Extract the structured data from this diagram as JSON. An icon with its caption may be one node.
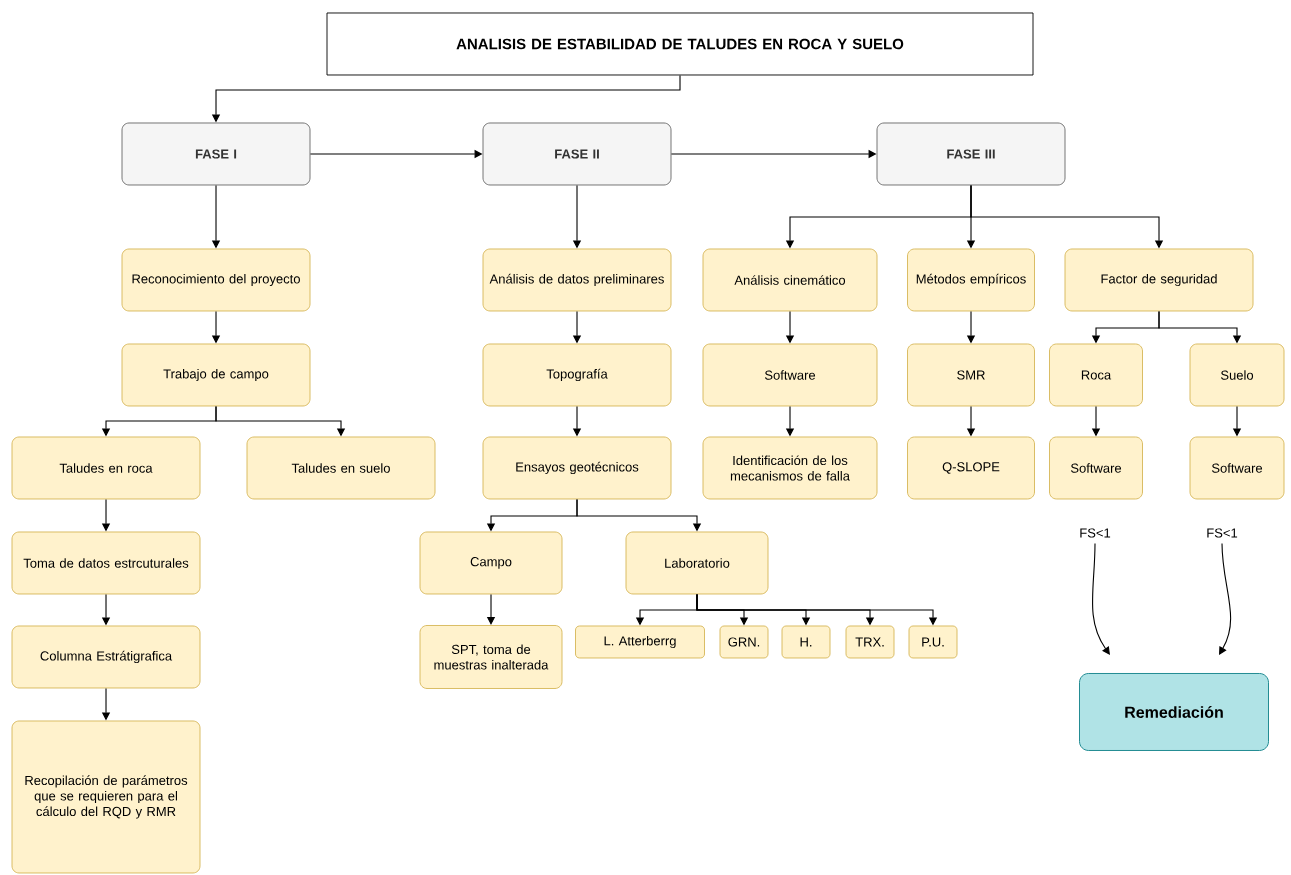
{
  "diagram": {
    "nodes": [
      {
        "text": [
          "ANALISIS DE ESTABILIDAD DE TALUDES EN ROCA Y SUELO"
        ]
      },
      {
        "text": [
          "FASE I"
        ]
      },
      {
        "text": [
          "FASE II"
        ]
      },
      {
        "text": [
          "FASE III"
        ]
      },
      {
        "text": [
          "Reconocimiento del proyecto"
        ]
      },
      {
        "text": [
          "Trabajo de campo"
        ]
      },
      {
        "text": [
          "Taludes en roca"
        ]
      },
      {
        "text": [
          "Taludes en suelo"
        ]
      },
      {
        "text": [
          "Toma de datos estrcuturales"
        ]
      },
      {
        "text": [
          "Columna Estrátigrafica"
        ]
      },
      {
        "text": [
          "Recopilación de parámetros que se requieren para el cálculo del RQD y RMR"
        ]
      },
      {
        "text": [
          "Análisis de datos preliminares"
        ]
      },
      {
        "text": [
          "Topografía"
        ]
      },
      {
        "text": [
          "Ensayos geotécnicos"
        ]
      },
      {
        "text": [
          "Campo"
        ]
      },
      {
        "text": [
          "Laboratorio"
        ]
      },
      {
        "text": [
          "SPT, toma de muestras inalterada"
        ]
      },
      {
        "text": [
          "L. Atterberrg"
        ]
      },
      {
        "text": [
          "GRN."
        ]
      },
      {
        "text": [
          "H."
        ]
      },
      {
        "text": [
          "TRX."
        ]
      },
      {
        "text": [
          "P.U."
        ]
      },
      {
        "text": [
          "Análisis cinemático"
        ]
      },
      {
        "text": [
          "Software"
        ]
      },
      {
        "text": [
          "Identificación de los mecanismos de falla"
        ]
      },
      {
        "text": [
          "Métodos empíricos"
        ]
      },
      {
        "text": [
          "SMR"
        ]
      },
      {
        "text": [
          "Q-SLOPE"
        ]
      },
      {
        "text": [
          "Factor de seguridad"
        ]
      },
      {
        "text": [
          "Roca"
        ]
      },
      {
        "text": [
          "Suelo"
        ]
      },
      {
        "text": [
          "Software"
        ]
      },
      {
        "text": [
          "Software"
        ]
      },
      {
        "text": [
          "FS<1"
        ]
      },
      {
        "text": [
          "FS<1"
        ]
      },
      {
        "text": [
          "Remediación"
        ]
      }
    ],
    "edges": [
      {
        "from": 0,
        "to": 1,
        "arrow": "to"
      },
      {
        "from": 1,
        "to": 2,
        "arrow": "to"
      },
      {
        "from": 2,
        "to": 3,
        "arrow": "to"
      },
      {
        "from": 1,
        "to": 4,
        "arrow": "to"
      },
      {
        "from": 4,
        "to": 5,
        "arrow": "to"
      },
      {
        "from": 5,
        "to": 6,
        "arrow": "to"
      },
      {
        "from": 5,
        "to": 7,
        "arrow": "to"
      },
      {
        "from": 6,
        "to": 8,
        "arrow": "to"
      },
      {
        "from": 8,
        "to": 9,
        "arrow": "to"
      },
      {
        "from": 9,
        "to": 10,
        "arrow": "to"
      },
      {
        "from": 2,
        "to": 11,
        "arrow": "to"
      },
      {
        "from": 11,
        "to": 12,
        "arrow": "to"
      },
      {
        "from": 12,
        "to": 13,
        "arrow": "to"
      },
      {
        "from": 13,
        "to": 14,
        "arrow": "to"
      },
      {
        "from": 13,
        "to": 15,
        "arrow": "to"
      },
      {
        "from": 14,
        "to": 16,
        "arrow": "to"
      },
      {
        "from": 15,
        "to": 17,
        "arrow": "to"
      },
      {
        "from": 15,
        "to": 18,
        "arrow": "to"
      },
      {
        "from": 15,
        "to": 19,
        "arrow": "to"
      },
      {
        "from": 15,
        "to": 20,
        "arrow": "to"
      },
      {
        "from": 15,
        "to": 21,
        "arrow": "to"
      },
      {
        "from": 3,
        "to": 22,
        "arrow": "to"
      },
      {
        "from": 3,
        "to": 25,
        "arrow": "to"
      },
      {
        "from": 3,
        "to": 28,
        "arrow": "to"
      },
      {
        "from": 22,
        "to": 23,
        "arrow": "to"
      },
      {
        "from": 23,
        "to": 24,
        "arrow": "to"
      },
      {
        "from": 25,
        "to": 26,
        "arrow": "to"
      },
      {
        "from": 26,
        "to": 27,
        "arrow": "to"
      },
      {
        "from": 28,
        "to": 29,
        "arrow": "to"
      },
      {
        "from": 28,
        "to": 30,
        "arrow": "to"
      },
      {
        "from": 29,
        "to": 31,
        "arrow": "to"
      },
      {
        "from": 30,
        "to": 32,
        "arrow": "to"
      },
      {
        "from": 33,
        "to": 35,
        "arrow": "to"
      },
      {
        "from": 34,
        "to": 35,
        "arrow": "to"
      }
    ]
  }
}
